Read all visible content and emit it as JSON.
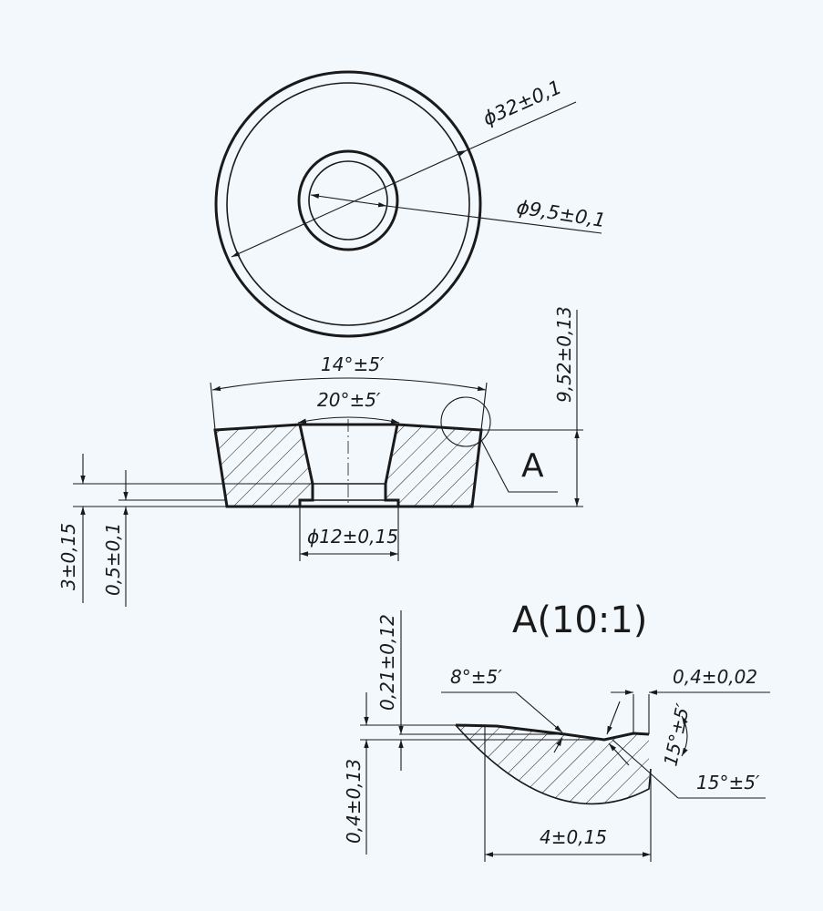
{
  "top_view": {
    "outer_diameter_label": "ϕ32±0,1",
    "inner_diameter_label": "ϕ9,5±0,1"
  },
  "section_view": {
    "outer_angle_label": "14°±5′",
    "inner_angle_label": "20°±5′",
    "height_label": "9,52±0,13",
    "bore_diameter_label": "ϕ12±0,15",
    "step_depth_label": "3±0,15",
    "step_offset_label": "0,5±0,1",
    "detail_callout": "A"
  },
  "detail_view": {
    "title": "A(10:1)",
    "depth_label": "0,21±0,12",
    "angle_a_label": "8°±5′",
    "width_label": "0,4±0,02",
    "angle_b_label": "15°±5′",
    "angle_c_label": "15°±5′",
    "height_label": "0,4±0,13",
    "length_label": "4±0,15"
  }
}
